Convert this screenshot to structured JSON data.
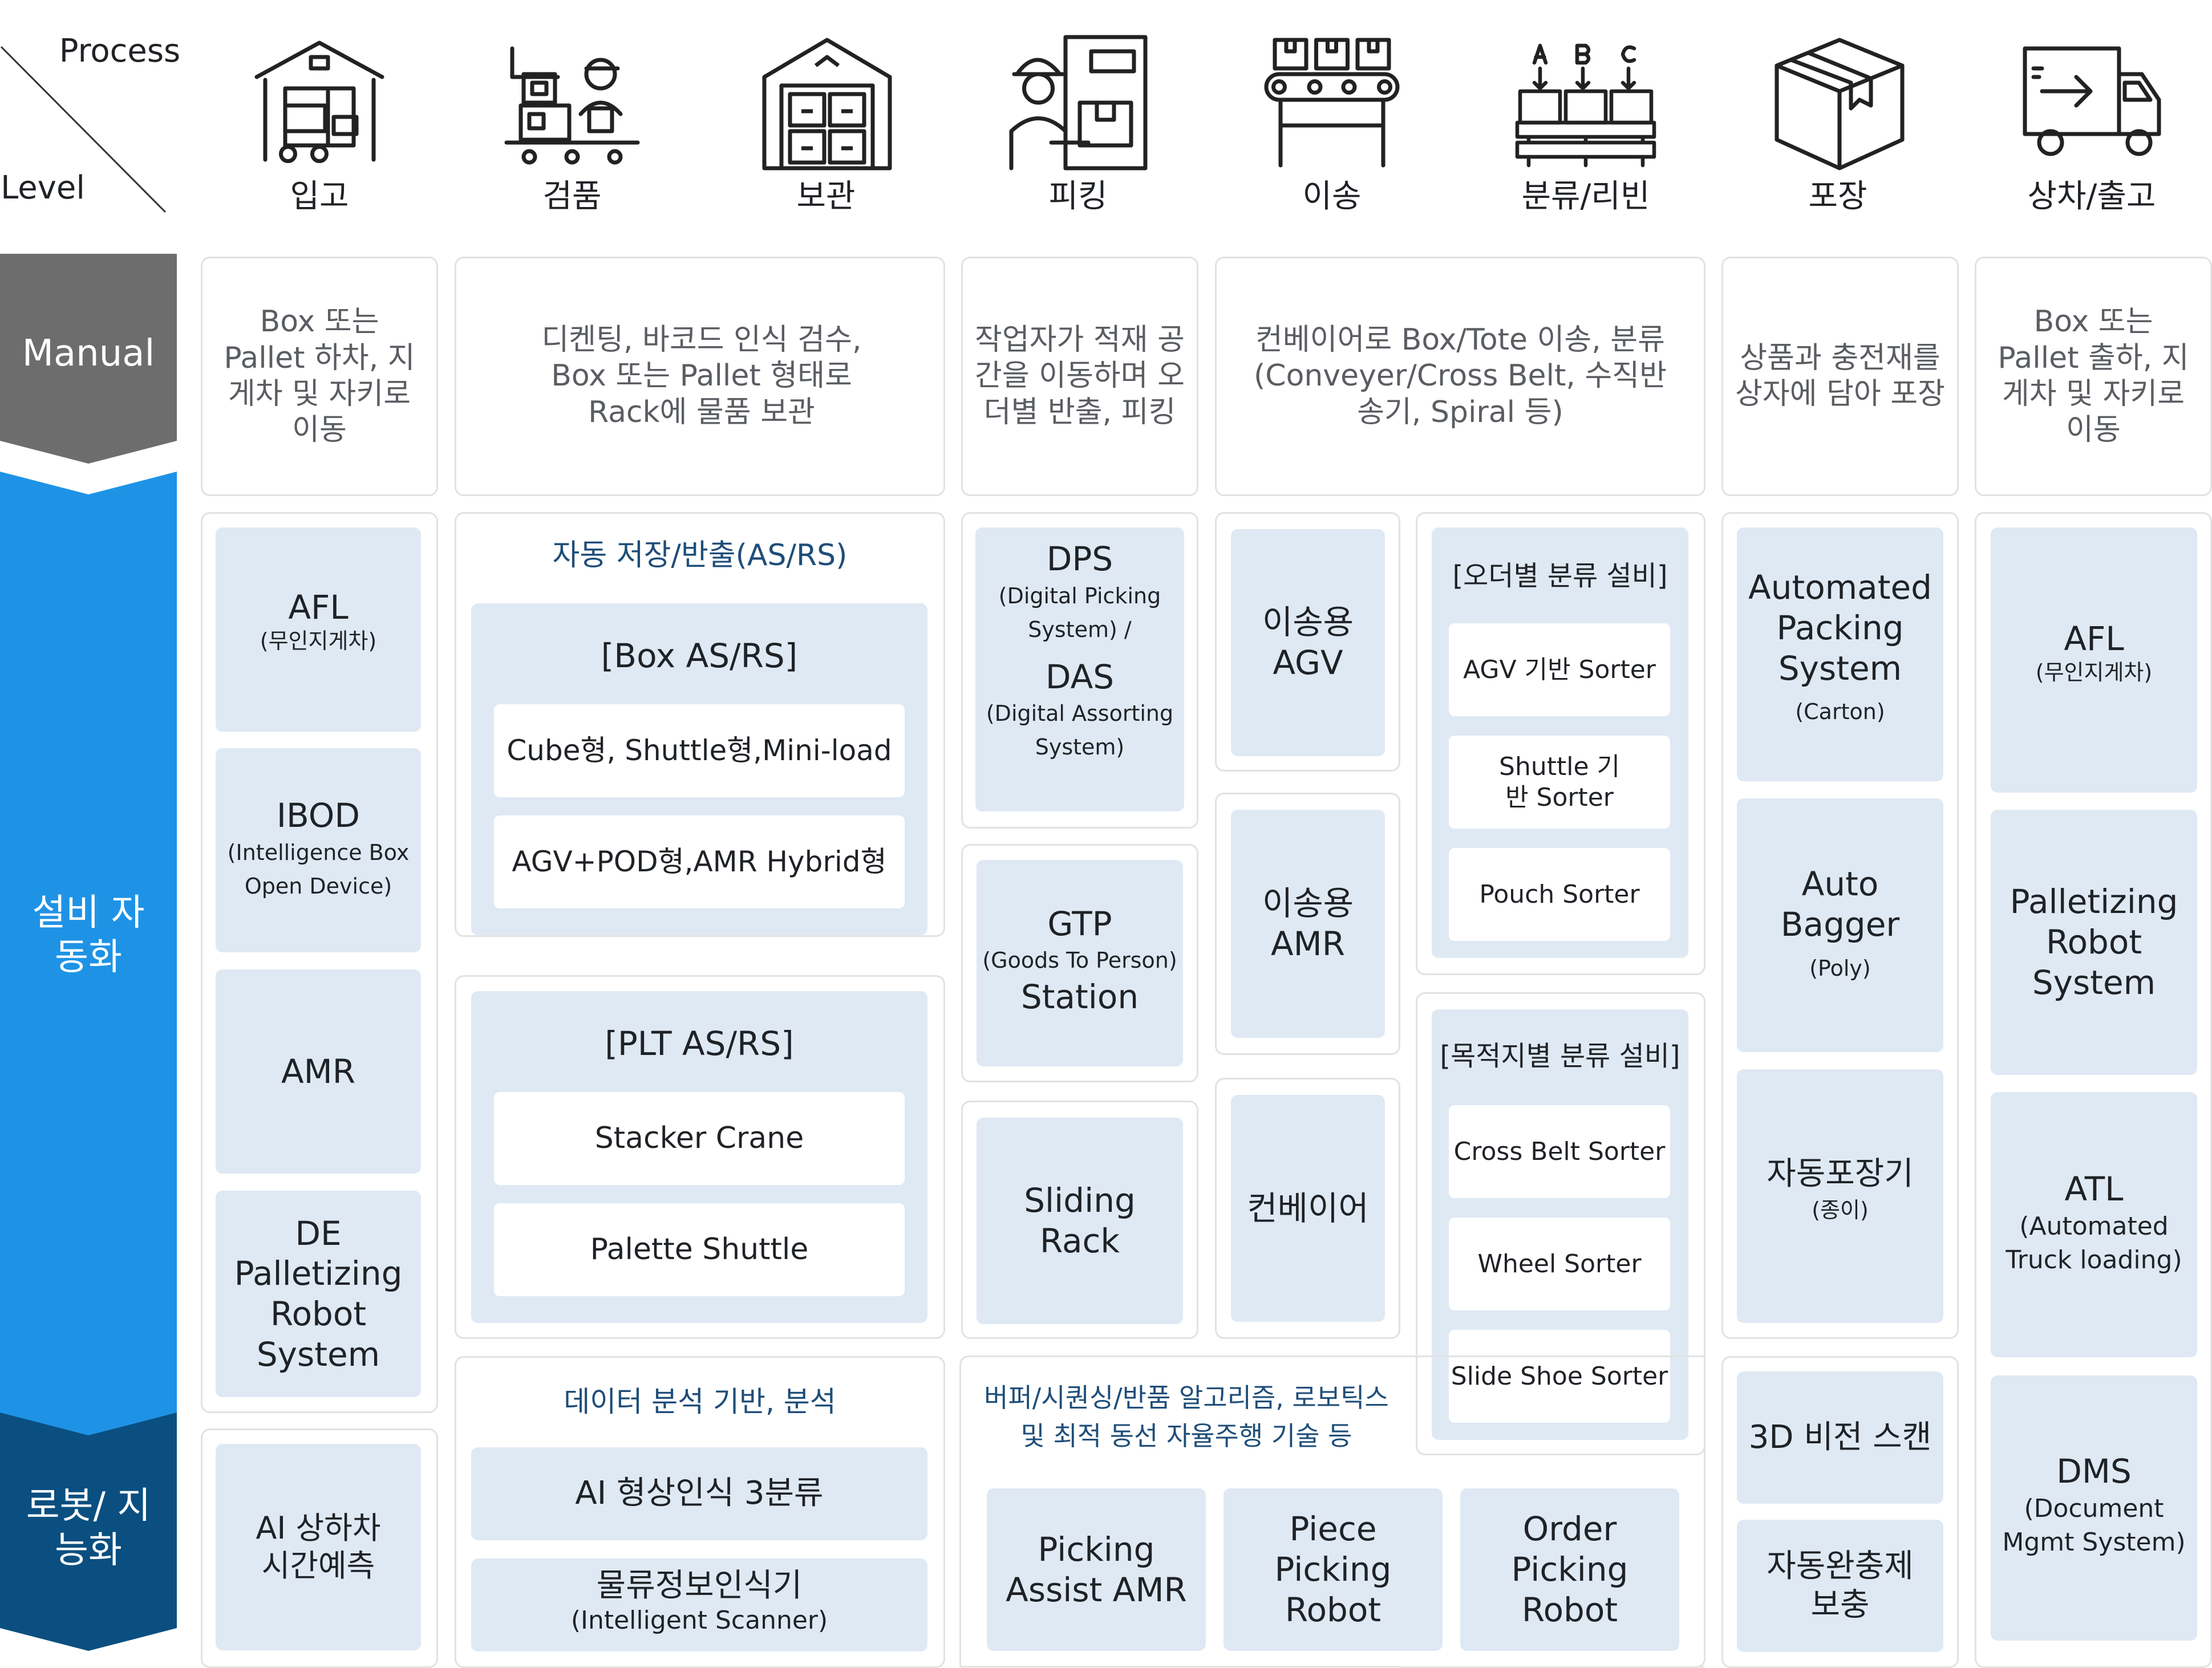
{
  "header": {
    "process_label": "Process",
    "level_label": "Level"
  },
  "processes": [
    "입고",
    "검품",
    "보관",
    "피킹",
    "이송",
    "분류/리빈",
    "포장",
    "상차/출고"
  ],
  "levels": {
    "manual": "Manual",
    "automation": "설비 자동화",
    "robot": "로봇/ 지능화"
  },
  "manual": {
    "inbound": "Box 또는 Pallet 하차, 지게차 및 자키로 이동",
    "inspect_store": "디켄팅, 바코드 인식  검수, Box 또는 Pallet 형태로 Rack에 물품 보관",
    "picking": "작업자가 적재 공간을 이동하며 오더별 반출, 피킹",
    "transfer_sort": "컨베이어로 Box/Tote 이송, 분류 (Conveyer/Cross Belt, 수직반송기, Spiral 등)",
    "packing": "상품과 충전재를 상자에 담아 포장",
    "outbound": "Box 또는 Pallet 출하, 지게차 및 자키로 이동"
  },
  "automation": {
    "inbound": [
      {
        "main": "AFL",
        "sub": "(무인지게차)"
      },
      {
        "main": "IBOD",
        "sub": "(Intelligence Box Open Device)"
      },
      {
        "main": "AMR",
        "sub": ""
      },
      {
        "main": "DE Palletizing Robot System",
        "sub": ""
      }
    ],
    "asrs_title": "자동 저장/반출(AS/RS)",
    "box_asrs": {
      "title": "[Box AS/RS]",
      "items": [
        "Cube형, Shuttle형,Mini-load",
        "AGV+POD형,AMR Hybrid형"
      ]
    },
    "plt_asrs": {
      "title": "[PLT AS/RS]",
      "items": [
        "Stacker Crane",
        "Palette Shuttle"
      ]
    },
    "picking": {
      "dps": {
        "main": "DPS",
        "sub": "(Digital Picking System) /"
      },
      "das": {
        "main": "DAS",
        "sub": "(Digital Assorting System)"
      },
      "gtp": {
        "main": "GTP",
        "sub": "(Goods To Person)",
        "main2": "Station"
      },
      "sliding": "Sliding Rack"
    },
    "transfer": [
      "이송용 AGV",
      "이송용 AMR",
      "컨베이어"
    ],
    "sort_order": {
      "title": "[오더별 분류 설비]",
      "items": [
        "AGV 기반 Sorter",
        "Shuttle 기반 Sorter",
        "Pouch Sorter"
      ]
    },
    "sort_dest": {
      "title": "[목적지별 분류 설비]",
      "items": [
        "Cross Belt Sorter",
        "Wheel Sorter",
        "Slide Shoe Sorter"
      ]
    },
    "packing": [
      {
        "main": "Automated Packing System",
        "sub": "(Carton)"
      },
      {
        "main": "Auto Bagger",
        "sub": "(Poly)"
      },
      {
        "main": "자동포장기",
        "sub": "(종이)"
      }
    ],
    "outbound": [
      {
        "main": "AFL",
        "sub": "(무인지게차)"
      },
      {
        "main": "Palletizing Robot System",
        "sub": ""
      },
      {
        "main": "ATL",
        "sub": "(Automated Truck loading)"
      }
    ]
  },
  "robot": {
    "inbound": "AI 상하차 시간예측",
    "analysis_title": "데이터 분석 기반, 분석",
    "analysis_items": [
      {
        "main": "AI 형상인식 3분류",
        "sub": ""
      },
      {
        "main": "물류정보인식기",
        "sub": "(Intelligent Scanner)"
      }
    ],
    "picking_title": "버퍼/시퀀싱/반품 알고리즘, 로보틱스 및 최적 동선 자율주행 기술 등",
    "picking_items": [
      "Picking Assist AMR",
      "Piece Picking Robot",
      "Order Picking Robot"
    ],
    "packing": [
      "3D 비전 스캔",
      "자동완충제 보충"
    ],
    "outbound": {
      "main": "DMS",
      "sub": "(Document Mgmt System)"
    }
  },
  "colors": {
    "manual": "#6d6d6d",
    "automation": "#1e93e6",
    "robot": "#0a4f80",
    "box_fill": "#dfe9f3",
    "accent_text": "#1f4e79"
  }
}
